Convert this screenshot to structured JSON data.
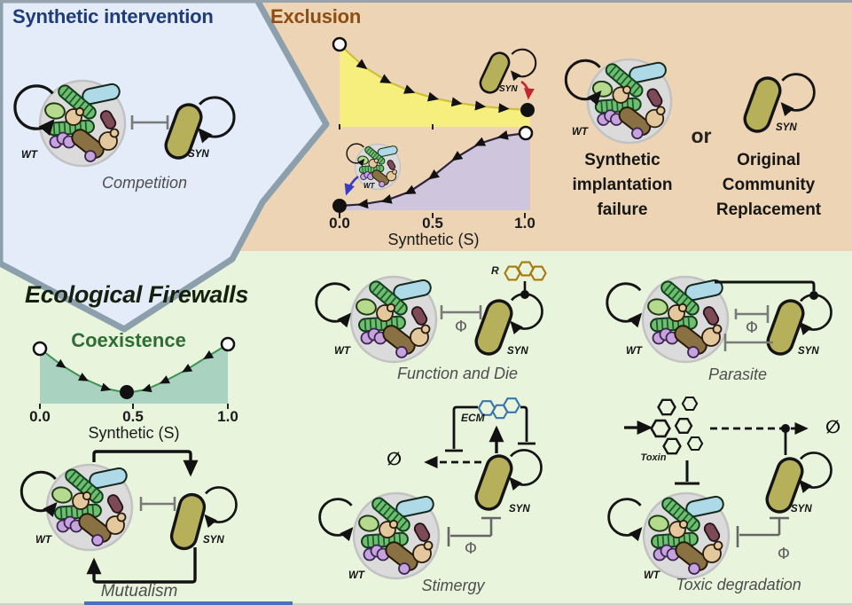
{
  "intervention": {
    "title": "Synthetic intervention",
    "wt": "WT",
    "syn": "SYN",
    "caption": "Competition"
  },
  "exclusion": {
    "title": "Exclusion",
    "syn_plot": "SYN",
    "wt_plot": "WT",
    "tick0": "0.0",
    "tick1": "0.5",
    "tick2": "1.0",
    "xlabel": "Synthetic (S)",
    "wt": "WT",
    "syn": "SYN",
    "outcome_left": "Synthetic\nimplantation\nfailure",
    "or": "or",
    "outcome_right": "Original\nCommunity\nReplacement"
  },
  "firewalls": {
    "title": "Ecological Firewalls"
  },
  "coexistence": {
    "title": "Coexistence",
    "tick0": "0.0",
    "tick1": "0.5",
    "tick2": "1.0",
    "xlabel": "Synthetic (S)"
  },
  "mutualism": {
    "wt": "WT",
    "syn": "SYN",
    "caption": "Mutualism"
  },
  "function_die": {
    "r": "R",
    "phi": "Φ",
    "wt": "WT",
    "syn": "SYN",
    "caption": "Function and Die"
  },
  "parasite": {
    "phi": "Φ",
    "wt": "WT",
    "syn": "SYN",
    "caption": "Parasite"
  },
  "stimergy": {
    "ecm": "ECM",
    "empty": "∅",
    "phi": "Φ",
    "wt": "WT",
    "syn": "SYN",
    "caption": "Stimergy"
  },
  "toxic": {
    "toxin": "Toxin",
    "empty": "∅",
    "phi": "Φ",
    "wt": "WT",
    "syn": "SYN",
    "caption": "Toxic degradation"
  },
  "chart_data": [
    {
      "type": "area",
      "panel": "Exclusion",
      "curve": "top (yellow)",
      "xlabel": "Synthetic (S)",
      "x_ticks": [
        "0.0",
        "0.5",
        "1.0"
      ],
      "unstable_point": 0.0,
      "stable_point": 1.0,
      "flow": "arrows point from S=0 toward S=1",
      "fill": "#f6ef7e"
    },
    {
      "type": "area",
      "panel": "Exclusion",
      "curve": "bottom (purple)",
      "xlabel": "Synthetic (S)",
      "x_ticks": [
        "0.0",
        "0.5",
        "1.0"
      ],
      "stable_point": 0.0,
      "unstable_point": 1.0,
      "flow": "arrows point from S=1 toward S=0",
      "fill": "#cfc6de"
    },
    {
      "type": "area",
      "panel": "Coexistence",
      "xlabel": "Synthetic (S)",
      "x_ticks": [
        "0.0",
        "0.5",
        "1.0"
      ],
      "unstable_points": [
        0.0,
        1.0
      ],
      "stable_point": 0.45,
      "flow": "arrows from both ends toward interior stable point",
      "fill": "#a9d2c0"
    }
  ],
  "colors": {
    "panel_intervention": "#e3ecf8",
    "panel_exclusion": "#ecd4b4",
    "panel_firewalls": "#e9f4dc",
    "panel_border": "#8c9fad",
    "title_blue": "#1f3c78",
    "title_brown": "#8f4d13",
    "title_green": "#2c6e33",
    "syn_fill": "#b6b05b",
    "wt_fill": "#dbdbdb",
    "yellow_fill": "#f6ef7e",
    "purple_fill": "#cfc6de",
    "teal_fill": "#a9d2c0",
    "red_arrow": "#c1272d",
    "blue_arrow": "#3a3ac8"
  }
}
